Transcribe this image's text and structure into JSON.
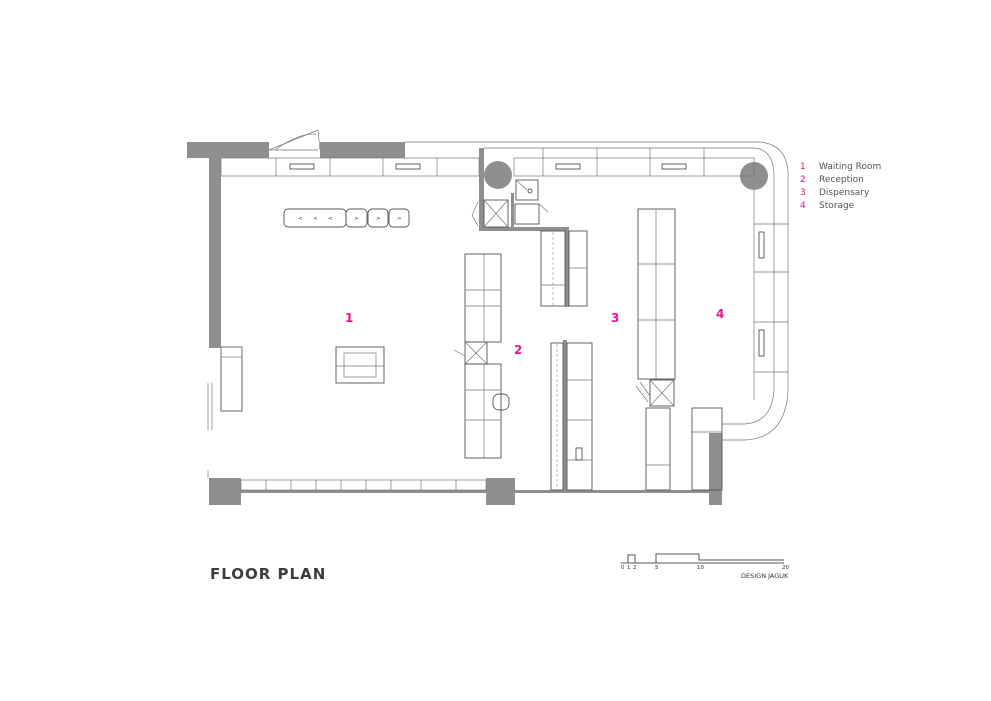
{
  "title": "FLOOR PLAN",
  "credit": "DESIGN JAGUK",
  "legend": [
    {
      "num": "1",
      "label": "Waiting Room"
    },
    {
      "num": "2",
      "label": "Reception"
    },
    {
      "num": "3",
      "label": "Dispensary"
    },
    {
      "num": "4",
      "label": "Storage"
    }
  ],
  "room_labels": [
    "1",
    "2",
    "3",
    "4"
  ],
  "scale": {
    "ticks": [
      "0",
      "1",
      "2",
      "5",
      "10",
      "20"
    ]
  },
  "colors": {
    "accent": "#e0168d",
    "wall": "#8f8f8f"
  }
}
